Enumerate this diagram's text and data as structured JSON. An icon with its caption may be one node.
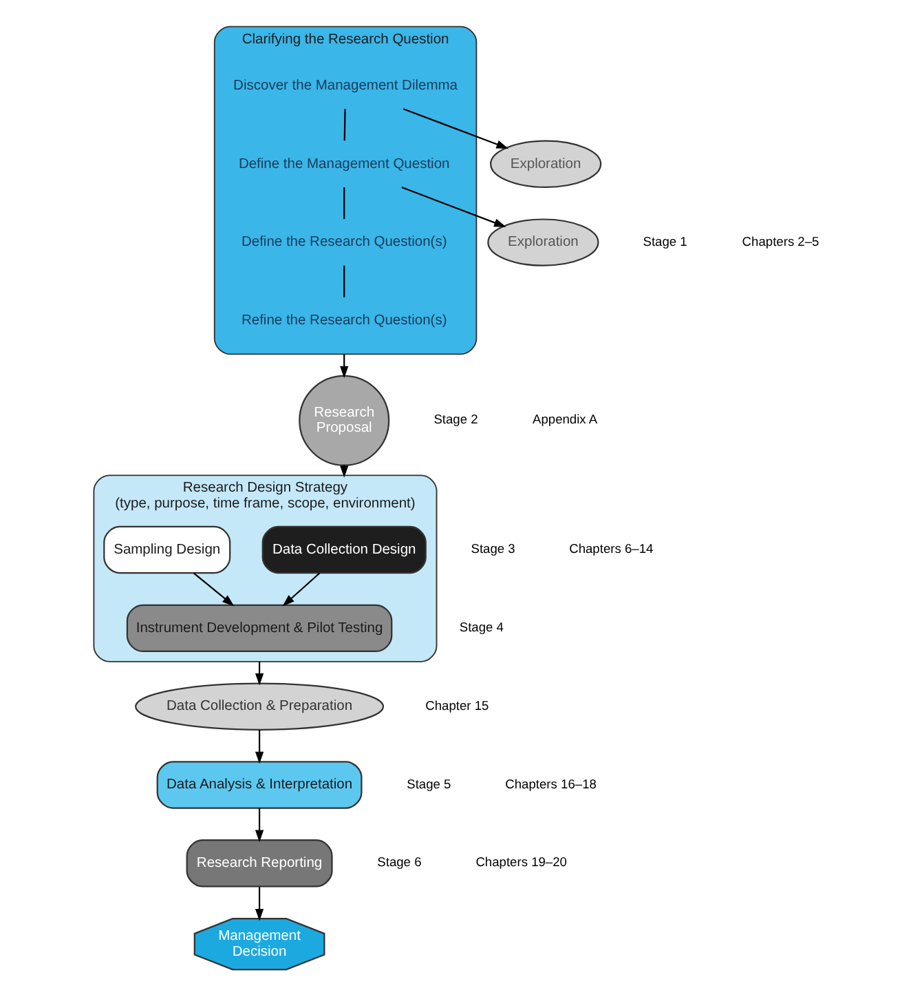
{
  "diagram": {
    "nodes": [
      {
        "text": [
          "Clarifying the Research Question"
        ]
      },
      {
        "text": [
          "Discover the Management Dilemma"
        ],
        "in": 0
      },
      {
        "text": [
          "Define the Management Question"
        ],
        "in": 0
      },
      {
        "text": [
          "Define the Research Question(s)"
        ],
        "in": 0
      },
      {
        "text": [
          "Refine the Research Question(s)"
        ],
        "in": 0
      },
      {
        "text": [
          "Exploration"
        ]
      },
      {
        "text": [
          "Exploration"
        ]
      },
      {
        "text": [
          "Research Proposal"
        ]
      },
      {
        "text": [
          "Research Design Strategy",
          "(type, purpose, time frame, scope, environment)"
        ]
      },
      {
        "text": [
          "Data Collection Design"
        ],
        "in": 8
      },
      {
        "text": [
          "Sampling Design"
        ],
        "in": 8
      },
      {
        "text": [
          "Instrument Development & Pilot Testing"
        ],
        "in": 8
      },
      {
        "text": [
          "Data Collection & Preparation"
        ]
      },
      {
        "text": [
          "Data Analysis & Interpretation"
        ]
      },
      {
        "text": [
          "Research Reporting"
        ]
      },
      {
        "text": [
          "Management Decision"
        ]
      }
    ],
    "edges": [
      {
        "from": 1,
        "to": 2,
        "arrow": "none"
      },
      {
        "from": 2,
        "to": 3,
        "arrow": "none"
      },
      {
        "from": 3,
        "to": 4,
        "arrow": "none"
      },
      {
        "from": 2,
        "to": 5,
        "arrow": "to"
      },
      {
        "from": 1,
        "to": 6,
        "arrow": "to"
      },
      {
        "from": 0,
        "to": 7,
        "arrow": "to"
      },
      {
        "from": 7,
        "to": 8,
        "arrow": "to"
      },
      {
        "from": 9,
        "to": 11,
        "arrow": "to"
      },
      {
        "from": 10,
        "to": 11,
        "arrow": "to"
      },
      {
        "from": 8,
        "to": 12,
        "arrow": "to"
      },
      {
        "from": 12,
        "to": 13,
        "arrow": "to"
      },
      {
        "from": 13,
        "to": 14,
        "arrow": "to"
      },
      {
        "from": 14,
        "to": 15,
        "arrow": "to"
      }
    ],
    "labels": [
      "Stage 1",
      "Chapters 2–5",
      "Stage 2",
      "Appendix A",
      "Stage 3",
      "Chapters 6–14",
      "Stage 4",
      "Chapter 15",
      "Stage 5",
      "Chapters 16–18",
      "Stage 6",
      "Chapters 19–20"
    ]
  }
}
